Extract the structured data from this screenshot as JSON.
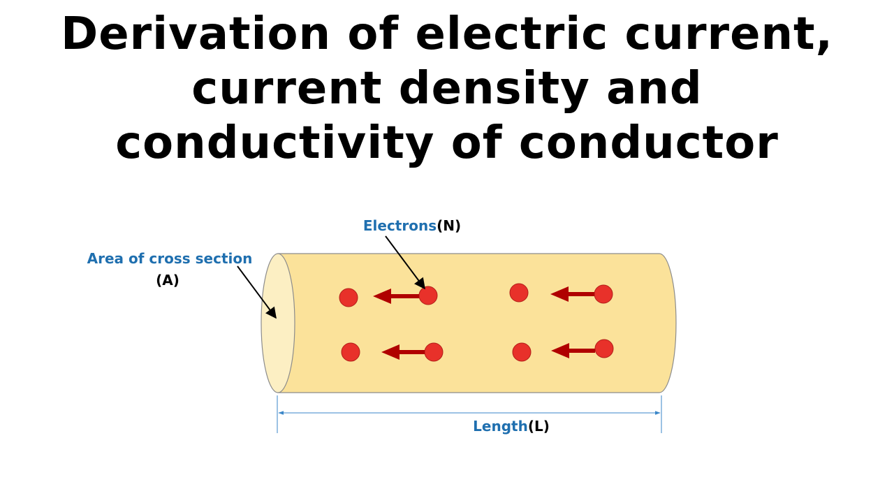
{
  "title": {
    "lines": [
      "Derivation of electric current,",
      "current density and",
      "conductivity of conductor"
    ]
  },
  "diagram": {
    "labels": {
      "electrons": {
        "text": "Electrons",
        "symbol": "(N)"
      },
      "area": {
        "text": "Area of cross section",
        "symbol": "(A)"
      },
      "length": {
        "text": "Length",
        "symbol": "(L)"
      }
    },
    "colors": {
      "conductor_fill": "#FBE29A",
      "conductor_end_fill": "#FCEFC3",
      "conductor_stroke": "#8C8C8C",
      "electron": "#E8312A",
      "electron_stroke": "#B21E18",
      "arrow": "#B00000",
      "label_blue": "#1F6FAF",
      "label_black": "#000000",
      "dimension_line": "#3A86C8"
    },
    "icons": {
      "electron": "red-circle",
      "drift": "left-arrow",
      "pointer": "black-line-arrow"
    },
    "electron_pairs": 4,
    "drift_direction": "left"
  }
}
